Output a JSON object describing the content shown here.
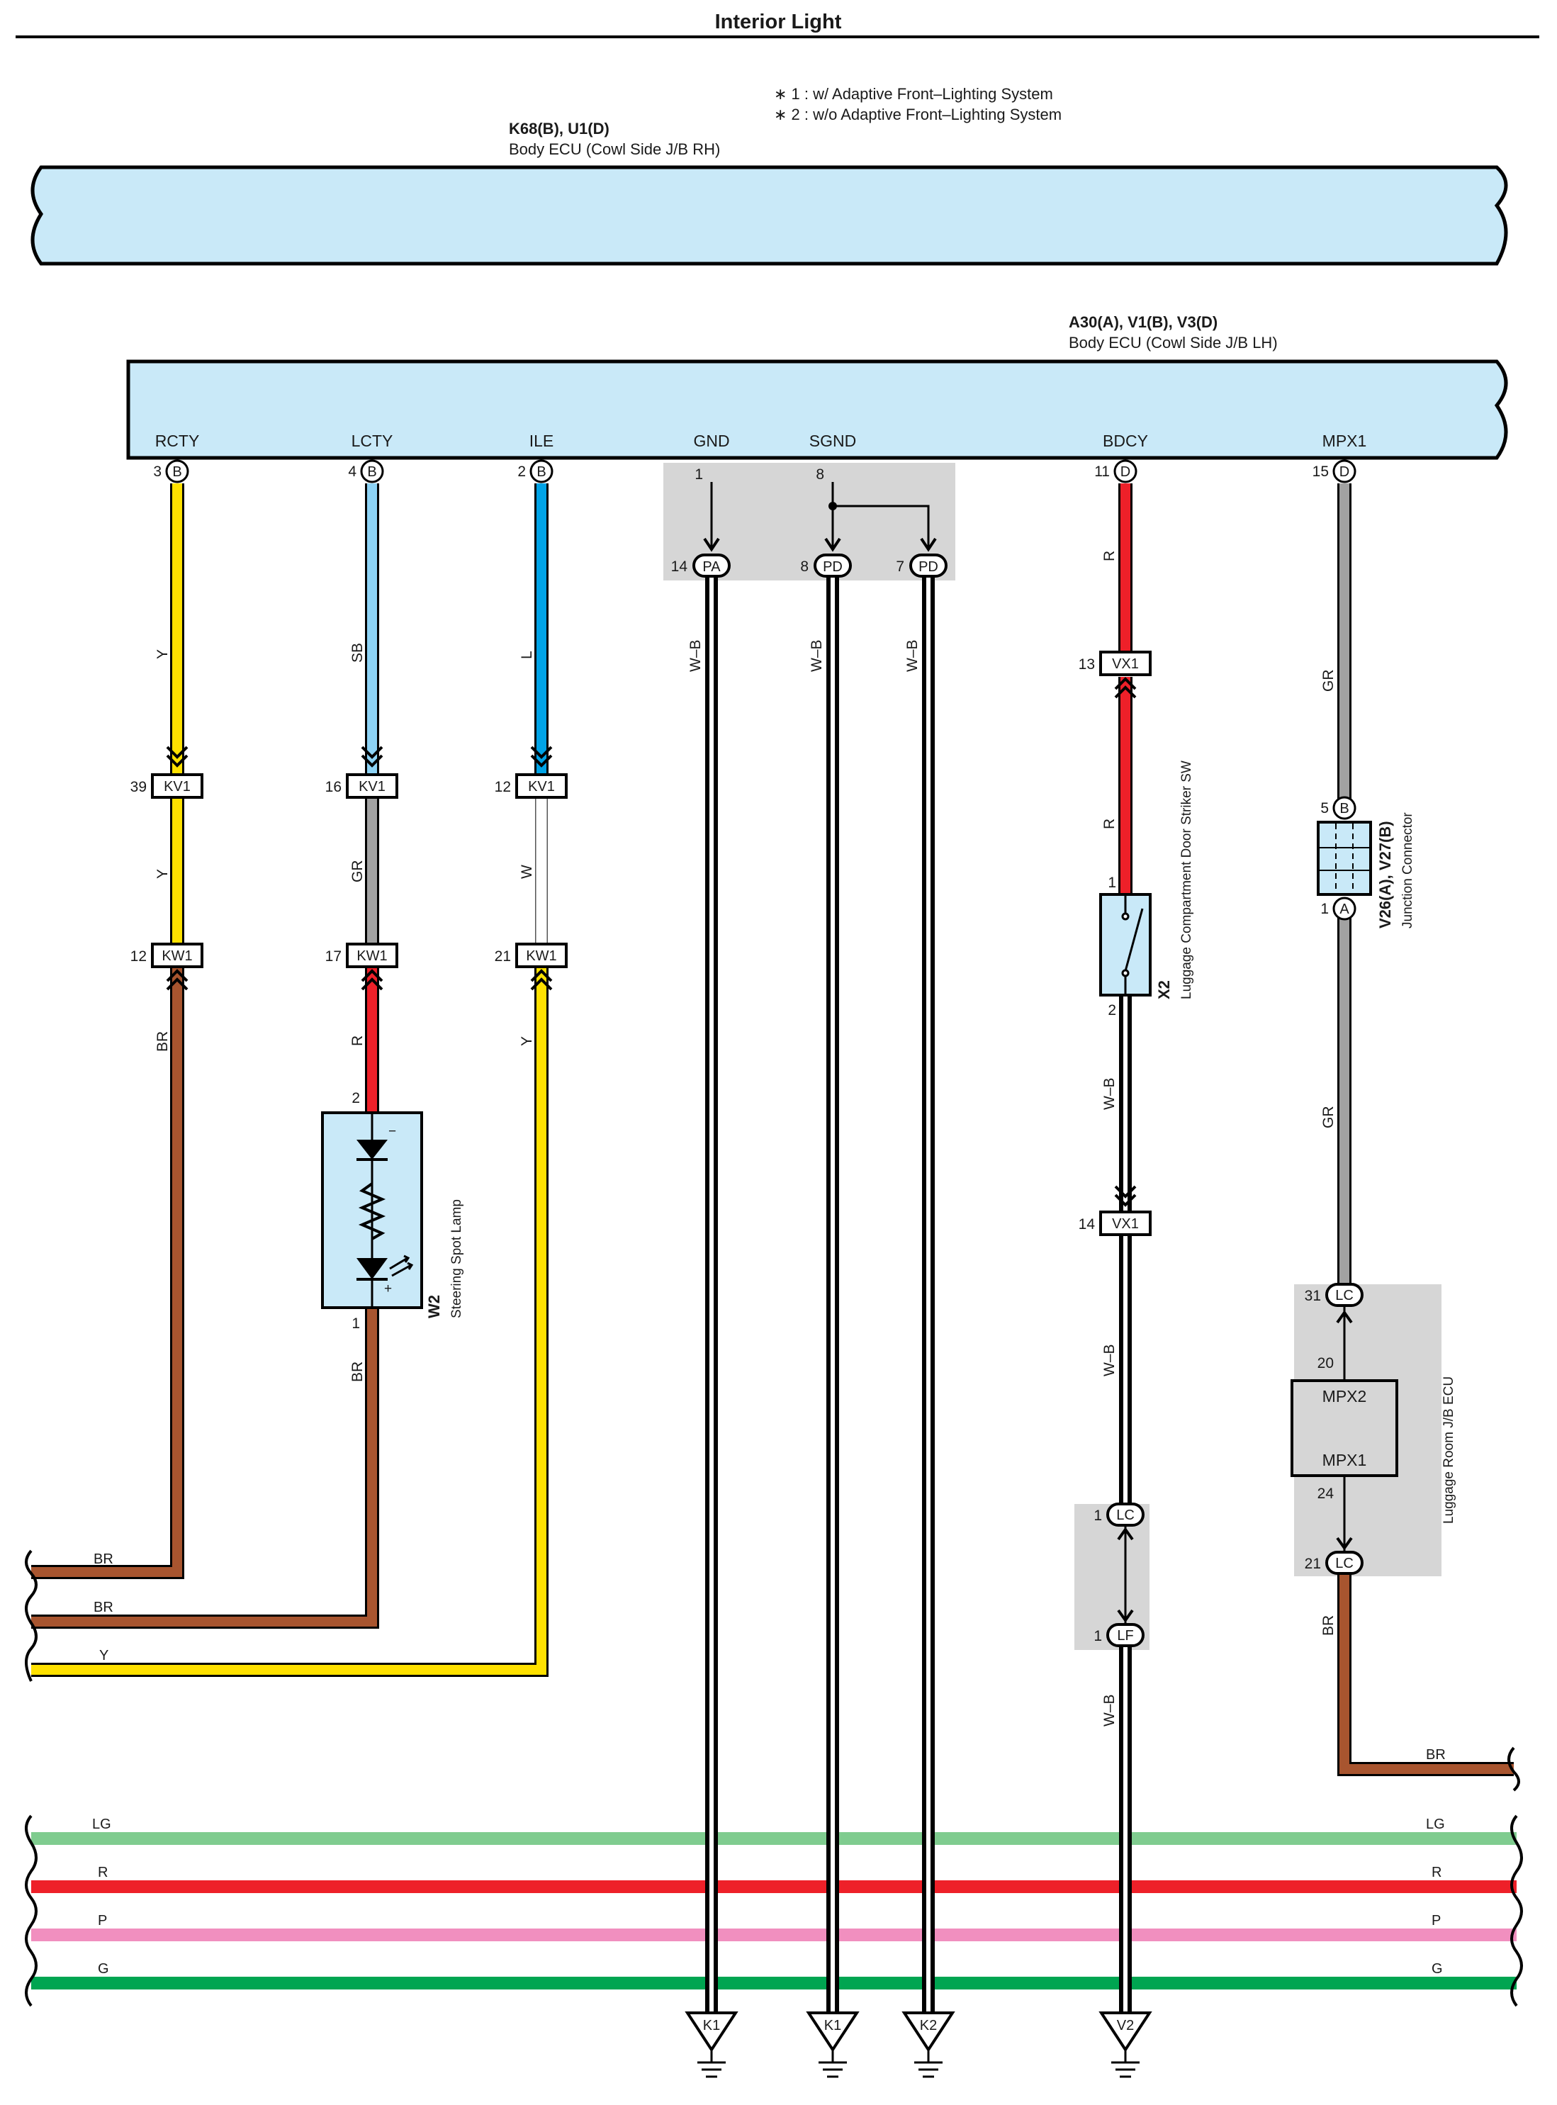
{
  "title": "Interior Light",
  "notes": [
    "∗ 1 : w/ Adaptive Front–Lighting System",
    "∗ 2 : w/o Adaptive Front–Lighting System"
  ],
  "ecu_rh": {
    "code": "K68(B), U1(D)",
    "name": "Body ECU (Cowl Side J/B RH)"
  },
  "ecu_lh": {
    "code": "A30(A), V1(B), V3(D)",
    "name": "Body ECU (Cowl Side J/B LH)"
  },
  "terminals": [
    "RCTY",
    "LCTY",
    "ILE",
    "GND",
    "SGND",
    "BDCY",
    "MPX1"
  ],
  "pins": [
    {
      "num": "3",
      "conn": "B"
    },
    {
      "num": "4",
      "conn": "B"
    },
    {
      "num": "2",
      "conn": "B"
    },
    {
      "num": "1",
      "conn": ""
    },
    {
      "num": "8",
      "conn": ""
    },
    {
      "num": "11",
      "conn": "D"
    },
    {
      "num": "15",
      "conn": "D"
    }
  ],
  "connectors": {
    "pa14": {
      "num": "14",
      "id": "PA"
    },
    "pd8": {
      "num": "8",
      "id": "PD"
    },
    "pd7": {
      "num": "7",
      "id": "PD"
    },
    "kv1_39": {
      "num": "39",
      "id": "KV1"
    },
    "kv1_16": {
      "num": "16",
      "id": "KV1"
    },
    "kv1_12": {
      "num": "12",
      "id": "KV1"
    },
    "kw1_12": {
      "num": "12",
      "id": "KW1"
    },
    "kw1_17": {
      "num": "17",
      "id": "KW1"
    },
    "kw1_21": {
      "num": "21",
      "id": "KW1"
    },
    "vx1_13": {
      "num": "13",
      "id": "VX1"
    },
    "vx1_14": {
      "num": "14",
      "id": "VX1"
    },
    "lc1": {
      "num": "1",
      "id": "LC"
    },
    "lf1": {
      "num": "1",
      "id": "LF"
    },
    "lc31": {
      "num": "31",
      "id": "LC"
    },
    "lc21": {
      "num": "21",
      "id": "LC"
    },
    "jc5": {
      "num": "5",
      "id": "B"
    },
    "jc1": {
      "num": "1",
      "id": "A"
    }
  },
  "wire_labels": {
    "rcty_upper": "Y",
    "rcty_mid": "Y",
    "rcty_lower": "BR",
    "lcty_upper": "SB",
    "lcty_mid": "GR",
    "lcty_r": "R",
    "lcty_lower": "BR",
    "ile_upper": "L",
    "ile_mid": "W",
    "ile_lower": "Y",
    "gnd": "W–B",
    "sgnd_a": "W–B",
    "sgnd_b": "W–B",
    "bdcy_r1": "R",
    "bdcy_r2": "R",
    "bdcy_wb1": "W–B",
    "bdcy_wb2": "W–B",
    "bdcy_wb3": "W–B",
    "mpx_gr1": "GR",
    "mpx_gr2": "GR",
    "mpx_br": "BR"
  },
  "left_exits": [
    "BR",
    "BR",
    "Y"
  ],
  "right_exit": "BR",
  "buses": [
    {
      "name": "LG",
      "color": "#7fcc8f"
    },
    {
      "name": "R",
      "color": "#ee2029"
    },
    {
      "name": "P",
      "color": "#f18fbf"
    },
    {
      "name": "G",
      "color": "#00a551"
    }
  ],
  "components": {
    "w2": {
      "code": "W2",
      "name": "Steering Spot Lamp",
      "pin_top": "2",
      "pin_bottom": "1"
    },
    "x2": {
      "code": "X2",
      "name": "Luggage Compartment Door Striker SW",
      "pin_top": "1",
      "pin_bottom": "2"
    },
    "jc": {
      "code": "V26(A), V27(B)",
      "name": "Junction Connector"
    },
    "lecu": {
      "name": "Luggage Room J/B ECU",
      "t1": "MPX2",
      "t2": "MPX1",
      "p1": "20",
      "p2": "24"
    }
  },
  "grounds": [
    "K1",
    "K1",
    "K2",
    "V2"
  ],
  "colors": {
    "yellow": "#ffe100",
    "sky_blue": "#8dd3f5",
    "blue": "#00a3e6",
    "gray": "#a2a2a2",
    "brown": "#a8552f",
    "red": "#ee2029",
    "ecu_fill": "#c9e9f8",
    "shade": "#d6d6d6"
  }
}
